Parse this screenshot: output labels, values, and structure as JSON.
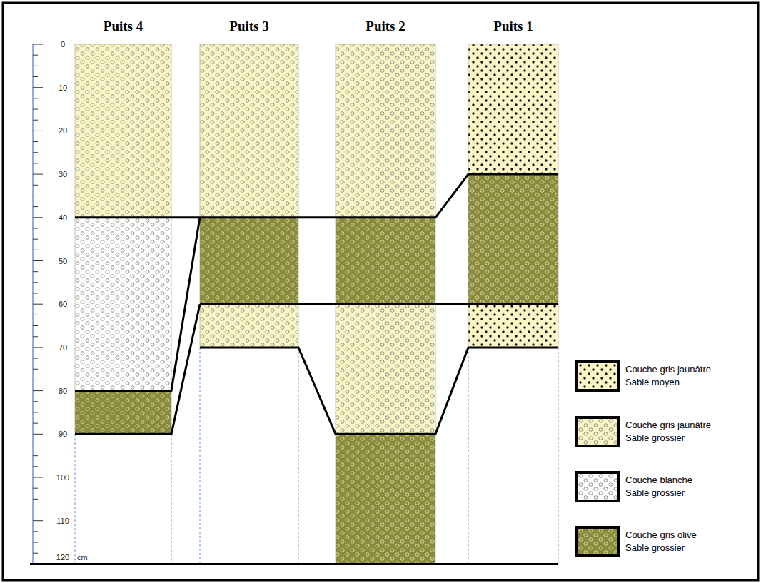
{
  "diagram": {
    "nodes": [
      {
        "text": [
          "Puits 4"
        ]
      },
      {
        "text": [
          "Puits 3"
        ]
      },
      {
        "text": [
          "Puits 2"
        ]
      },
      {
        "text": [
          "Puits 1"
        ]
      }
    ],
    "labels": [
      "0",
      "10",
      "20",
      "30",
      "40",
      "50",
      "60",
      "70",
      "80",
      "90",
      "100",
      "110",
      "120",
      "cm"
    ],
    "legend": [
      {
        "text": "Couche gris jaunâtre Sable moyen",
        "color": "#f9f5c4"
      },
      {
        "text": "Couche gris jaunâtre Sable grossier",
        "color": "#f9f5c4"
      },
      {
        "text": "Couche blanche Sable grossier",
        "color": "#ffffff"
      },
      {
        "text": "Couche gris olive Sable grossier",
        "color": "#8a8a3c"
      }
    ]
  }
}
